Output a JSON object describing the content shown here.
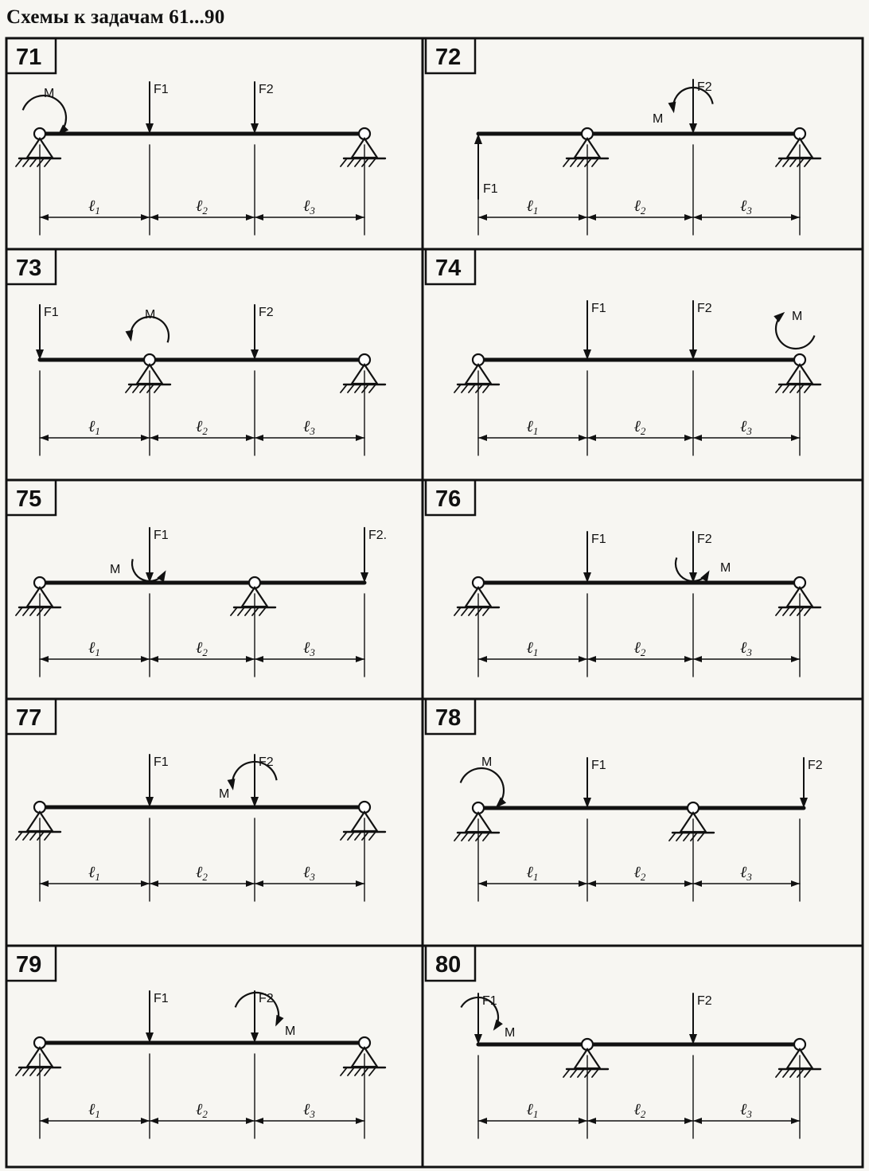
{
  "title": "Схемы к задачам 61...90",
  "dimension_labels": [
    "ℓ",
    "1",
    "2",
    "3"
  ],
  "colors": {
    "ink": "#111111",
    "paper": "#f7f6f2"
  },
  "schemes": [
    {
      "number": "71",
      "labels": {
        "F1": "F1",
        "F2": "F2",
        "M": "M"
      }
    },
    {
      "number": "72",
      "labels": {
        "F1": "F1",
        "F2": "F2",
        "M": "M"
      }
    },
    {
      "number": "73",
      "labels": {
        "F1": "F1",
        "F2": "F2",
        "M": "M"
      }
    },
    {
      "number": "74",
      "labels": {
        "F1": "F1",
        "F2": "F2",
        "M": "M"
      }
    },
    {
      "number": "75",
      "labels": {
        "F1": "F1",
        "F2": "F2.",
        "M": "M"
      }
    },
    {
      "number": "76",
      "labels": {
        "F1": "F1",
        "F2": "F2",
        "M": "M"
      }
    },
    {
      "number": "77",
      "labels": {
        "F1": "F1",
        "F2": "F2",
        "M": "M"
      }
    },
    {
      "number": "78",
      "labels": {
        "F1": "F1",
        "F2": "F2",
        "M": "M"
      }
    },
    {
      "number": "79",
      "labels": {
        "F1": "F1",
        "F2": "F2",
        "M": "M"
      }
    },
    {
      "number": "80",
      "labels": {
        "F1": "F1",
        "F2": "F2",
        "M": "M"
      }
    }
  ]
}
